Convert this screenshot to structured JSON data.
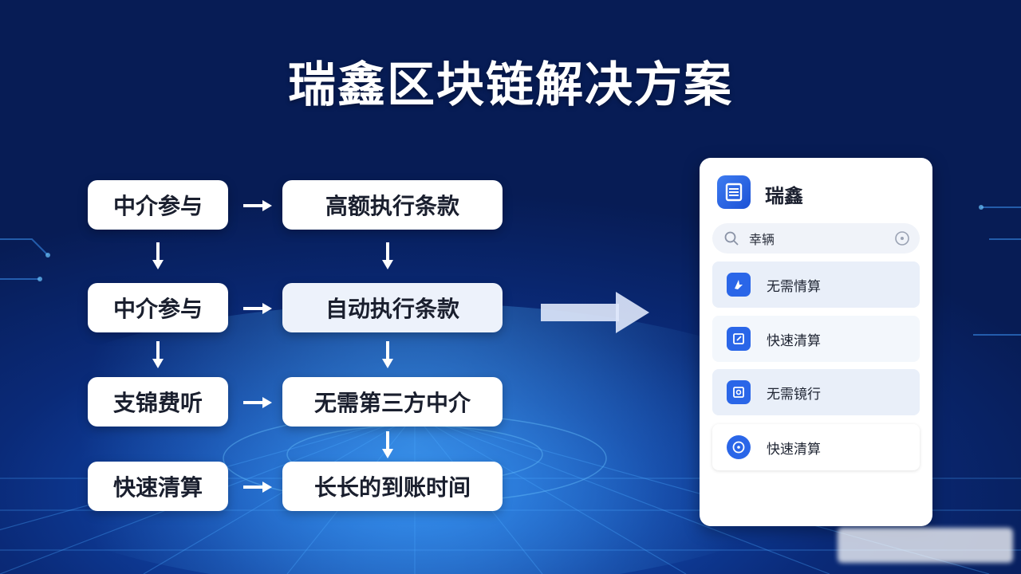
{
  "title": "瑞鑫区块链解决方案",
  "flow": {
    "left": [
      "中介参与",
      "中介参与",
      "支锦费听",
      "快速清算"
    ],
    "right": [
      "高额执行条款",
      "自动执行条款",
      "无需第三方中介",
      "长长的到账时间"
    ]
  },
  "panel": {
    "app_name": "瑞鑫",
    "search_value": "幸辆",
    "items": [
      {
        "label": "无需情算",
        "icon": "lightning-icon"
      },
      {
        "label": "快速清算",
        "icon": "edit-icon"
      },
      {
        "label": "无需镜行",
        "icon": "shield-icon"
      },
      {
        "label": "快速清算",
        "icon": "clock-icon"
      }
    ]
  },
  "colors": {
    "accent": "#2a66e8",
    "panel_bg": "#ffffff",
    "item_highlight": "#e9eff9"
  }
}
